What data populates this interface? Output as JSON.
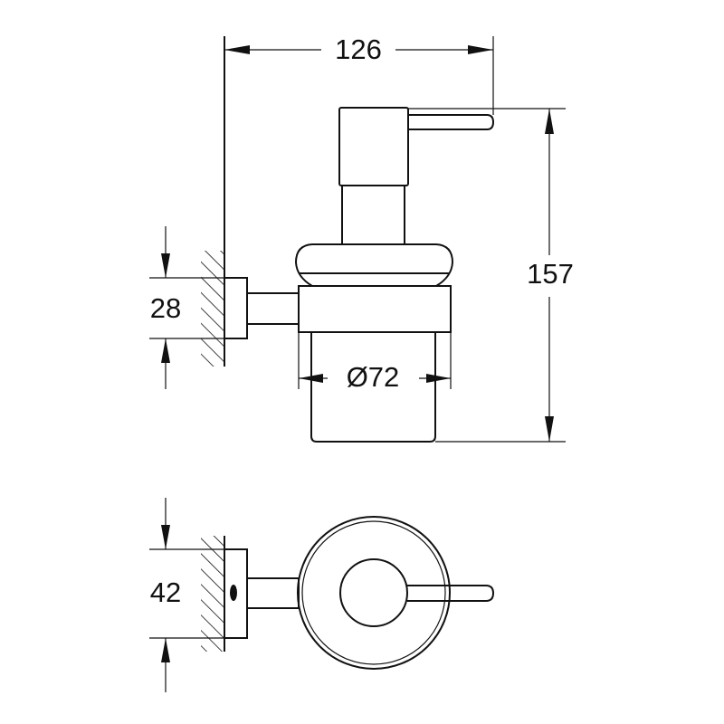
{
  "drawing": {
    "dimensions": {
      "width": "126",
      "height": "157",
      "flange_height_side": "28",
      "glass_diameter": "Ø72",
      "flange_height_top": "42"
    },
    "colors": {
      "line": "#111111",
      "background": "#ffffff"
    }
  }
}
